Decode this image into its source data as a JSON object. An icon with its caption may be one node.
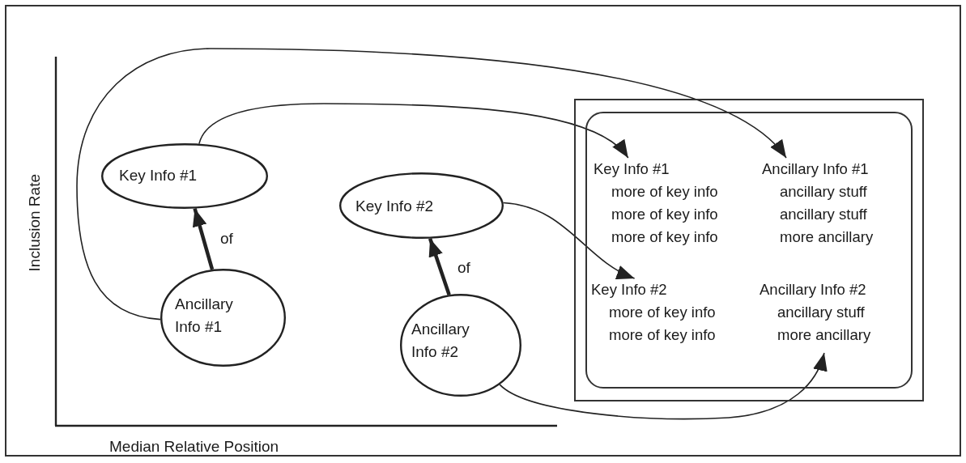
{
  "diagram": {
    "nodes": [
      {
        "text": [
          "Key Info #1"
        ]
      },
      {
        "text": [
          "Ancillary Info #1"
        ]
      },
      {
        "text": [
          "Key Info #2"
        ]
      },
      {
        "text": [
          "Ancillary Info #2"
        ]
      },
      {
        "text": [],
        "shape": "box"
      },
      {
        "text": [],
        "shape": "box",
        "in": 4
      },
      {
        "text": [
          "Key Info #1",
          "more of key info",
          "more of key info",
          "more of key info"
        ],
        "in": 5
      },
      {
        "text": [
          "Ancillary Info #1",
          "ancillary stuff",
          "ancillary stuff",
          "more ancillary"
        ],
        "in": 5
      },
      {
        "text": [
          "Key Info #2",
          "more of key info",
          "more of key info"
        ],
        "in": 5
      },
      {
        "text": [
          "Ancillary Info #2",
          "ancillary stuff",
          "more ancillary"
        ],
        "in": 5
      }
    ],
    "edges": [
      {
        "from": 1,
        "to": 0,
        "arrow": "to",
        "label": "of",
        "style": "thick"
      },
      {
        "from": 3,
        "to": 2,
        "arrow": "to",
        "label": "of",
        "style": "thick"
      },
      {
        "from": 0,
        "to": 6,
        "arrow": "to"
      },
      {
        "from": 1,
        "to": 7,
        "arrow": "to"
      },
      {
        "from": 2,
        "to": 8,
        "arrow": "to"
      },
      {
        "from": 3,
        "to": 9,
        "arrow": "to"
      }
    ],
    "labels": [
      "Inclusion Rate",
      "Median Relative Position"
    ]
  }
}
